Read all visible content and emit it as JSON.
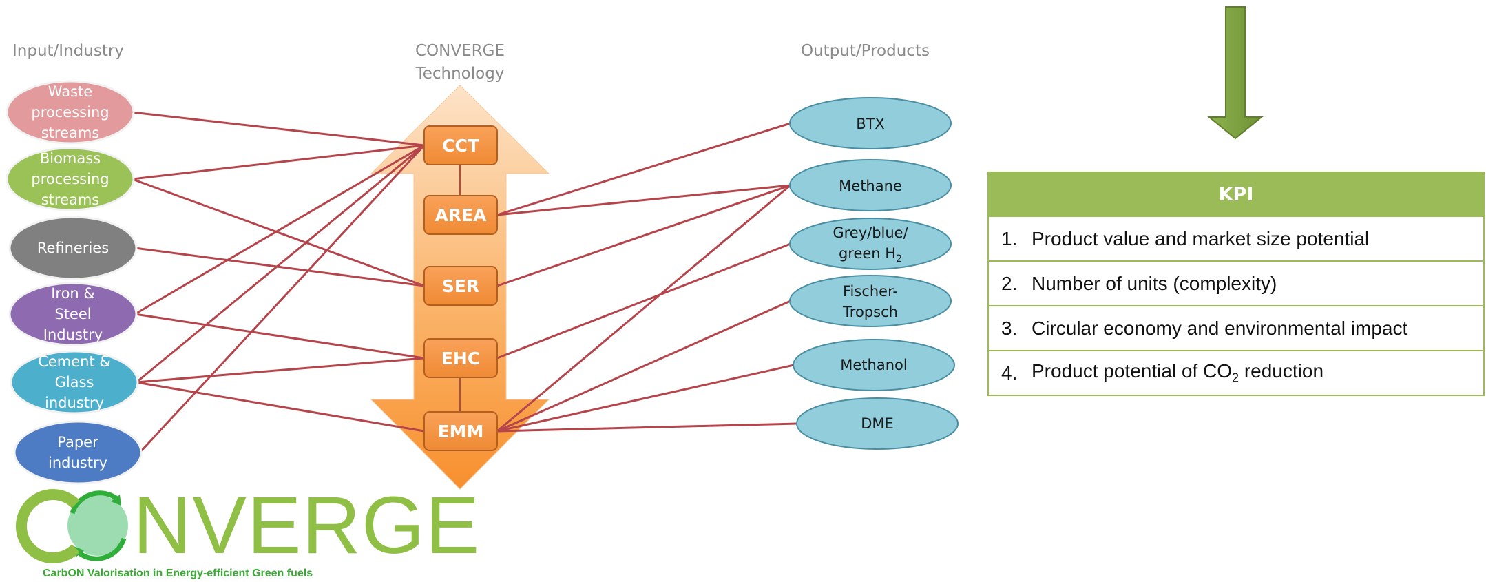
{
  "columns": {
    "input": "Input/Industry",
    "technology_line1": "CONVERGE",
    "technology_line2": "Technology",
    "output": "Output/Products"
  },
  "inputs": [
    {
      "lines": [
        "Waste",
        "processing",
        "streams"
      ],
      "color": "#e29a9c"
    },
    {
      "lines": [
        "Biomass",
        "processing",
        "streams"
      ],
      "color": "#9bc257"
    },
    {
      "lines": [
        "Refineries"
      ],
      "color": "#808080"
    },
    {
      "lines": [
        "Iron &",
        "Steel",
        "Industry"
      ],
      "color": "#8e6bb0"
    },
    {
      "lines": [
        "Cement &",
        "Glass",
        "industry"
      ],
      "color": "#4cb0cc"
    },
    {
      "lines": [
        "Paper",
        "industry"
      ],
      "color": "#4d7cc4"
    }
  ],
  "technologies": [
    "CCT",
    "AREA",
    "SER",
    "EHC",
    "EMM"
  ],
  "outputs": [
    "BTX",
    "Methane",
    "Grey/blue/",
    "green H",
    "2",
    "Fischer-",
    "Tropsch",
    "Methanol",
    "DME"
  ],
  "kpi": {
    "title": "KPI",
    "items": [
      {
        "num": "1.",
        "text": "Product value and market size potential"
      },
      {
        "num": "2.",
        "text": "Number of units (complexity)"
      },
      {
        "num": "3.",
        "text": "Circular economy and environmental impact"
      },
      {
        "num": "4.",
        "text": "Product potential of CO",
        "sub": "2",
        "suffix": " reduction"
      }
    ]
  },
  "logo": {
    "wordmark": "CONVERGE",
    "wordmark_visible": "NVERGE",
    "tagline": "CarbON Valorisation in Energy-efficient Green fuels"
  },
  "colors": {
    "arrow_green": "#77933c",
    "kpi_green": "#9bbb59",
    "edge_red": "#b5444b",
    "tech_box": "#f79646",
    "output_fill": "#92cddc"
  }
}
